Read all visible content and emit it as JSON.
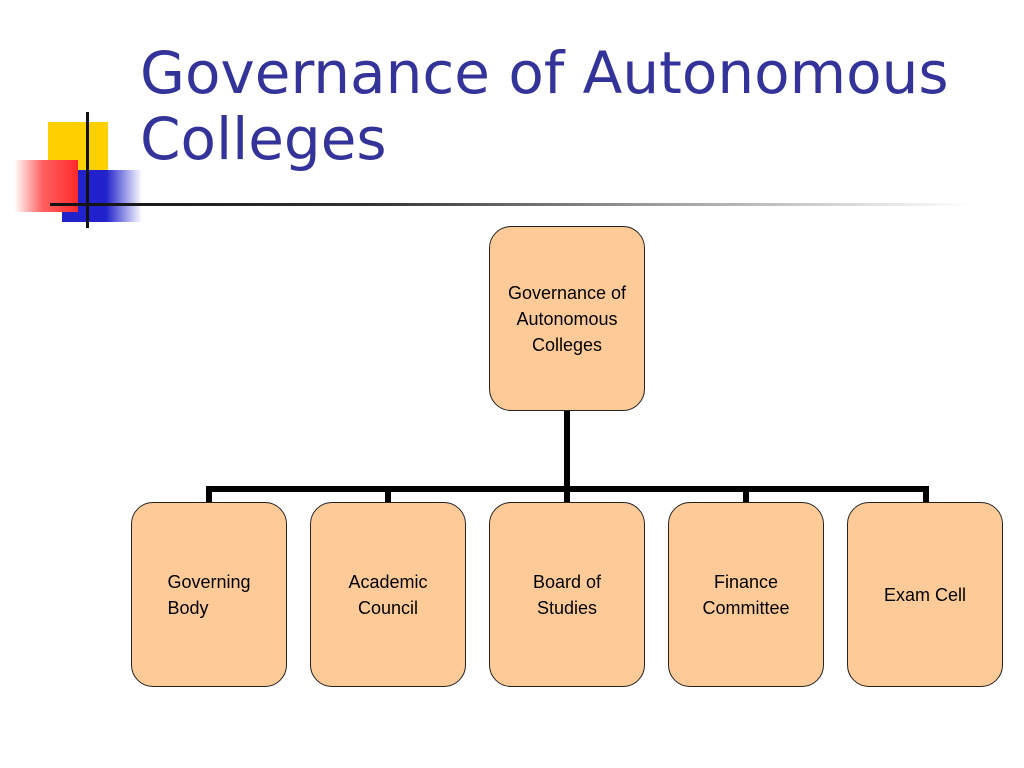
{
  "slide": {
    "title": "Governance of Autonomous\nColleges"
  },
  "org_chart": {
    "root": {
      "label": "Governance of\nAutonomous\nColleges"
    },
    "children": [
      {
        "label": "Governing\nBody"
      },
      {
        "label": "Academic\nCouncil"
      },
      {
        "label": "Board of\nStudies"
      },
      {
        "label": "Finance\nCommittee"
      },
      {
        "label": "Exam Cell"
      }
    ]
  },
  "colors": {
    "title": "#333399",
    "box_fill": "#fecb98",
    "box_border": "#222222",
    "connector": "#000000",
    "accent_yellow": "#ffd000",
    "accent_blue": "#2222cc",
    "accent_red": "#ff2a2a"
  }
}
